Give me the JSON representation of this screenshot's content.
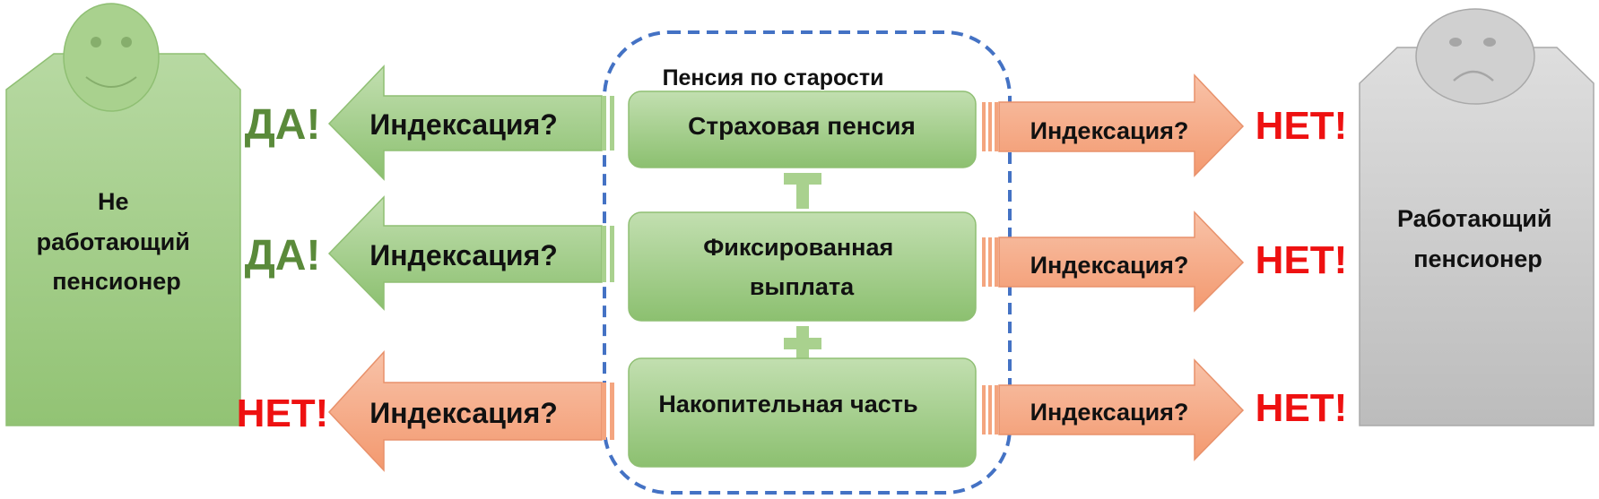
{
  "title": "Пенсия по старости",
  "components": [
    {
      "label_lines": [
        "Страховая пенсия"
      ]
    },
    {
      "label_lines": [
        "Фиксированная",
        "выплата"
      ]
    },
    {
      "label_lines": [
        "Накопительная часть"
      ]
    }
  ],
  "left_person": {
    "label_lines": [
      "Не",
      "работающий",
      "пенсионер"
    ],
    "face": "smiling-face"
  },
  "right_person": {
    "label_lines": [
      "Работающий",
      "пенсионер"
    ],
    "face": "sad-face"
  },
  "left_arrows": [
    {
      "label": "Индексация?",
      "answer": "ДА!",
      "status": "yes"
    },
    {
      "label": "Индексация?",
      "answer": "ДА!",
      "status": "yes"
    },
    {
      "label": "Индексация?",
      "answer": "НЕТ!",
      "status": "no"
    }
  ],
  "right_arrows": [
    {
      "label": "Индексация?",
      "answer": "НЕТ!",
      "status": "no"
    },
    {
      "label": "Индексация?",
      "answer": "НЕТ!",
      "status": "no"
    },
    {
      "label": "Индексация?",
      "answer": "НЕТ!",
      "status": "no"
    }
  ],
  "colors": {
    "yes_text": "#5a8a3a",
    "no_text": "#ee1111",
    "green_light": "#c2dfb0",
    "green_dark": "#8cc070",
    "salmon_light": "#f8c2a8",
    "salmon_dark": "#f3996f",
    "gray_light": "#dedede",
    "gray_dark": "#bcbcbc",
    "dashed_frame": "#4472c4"
  }
}
